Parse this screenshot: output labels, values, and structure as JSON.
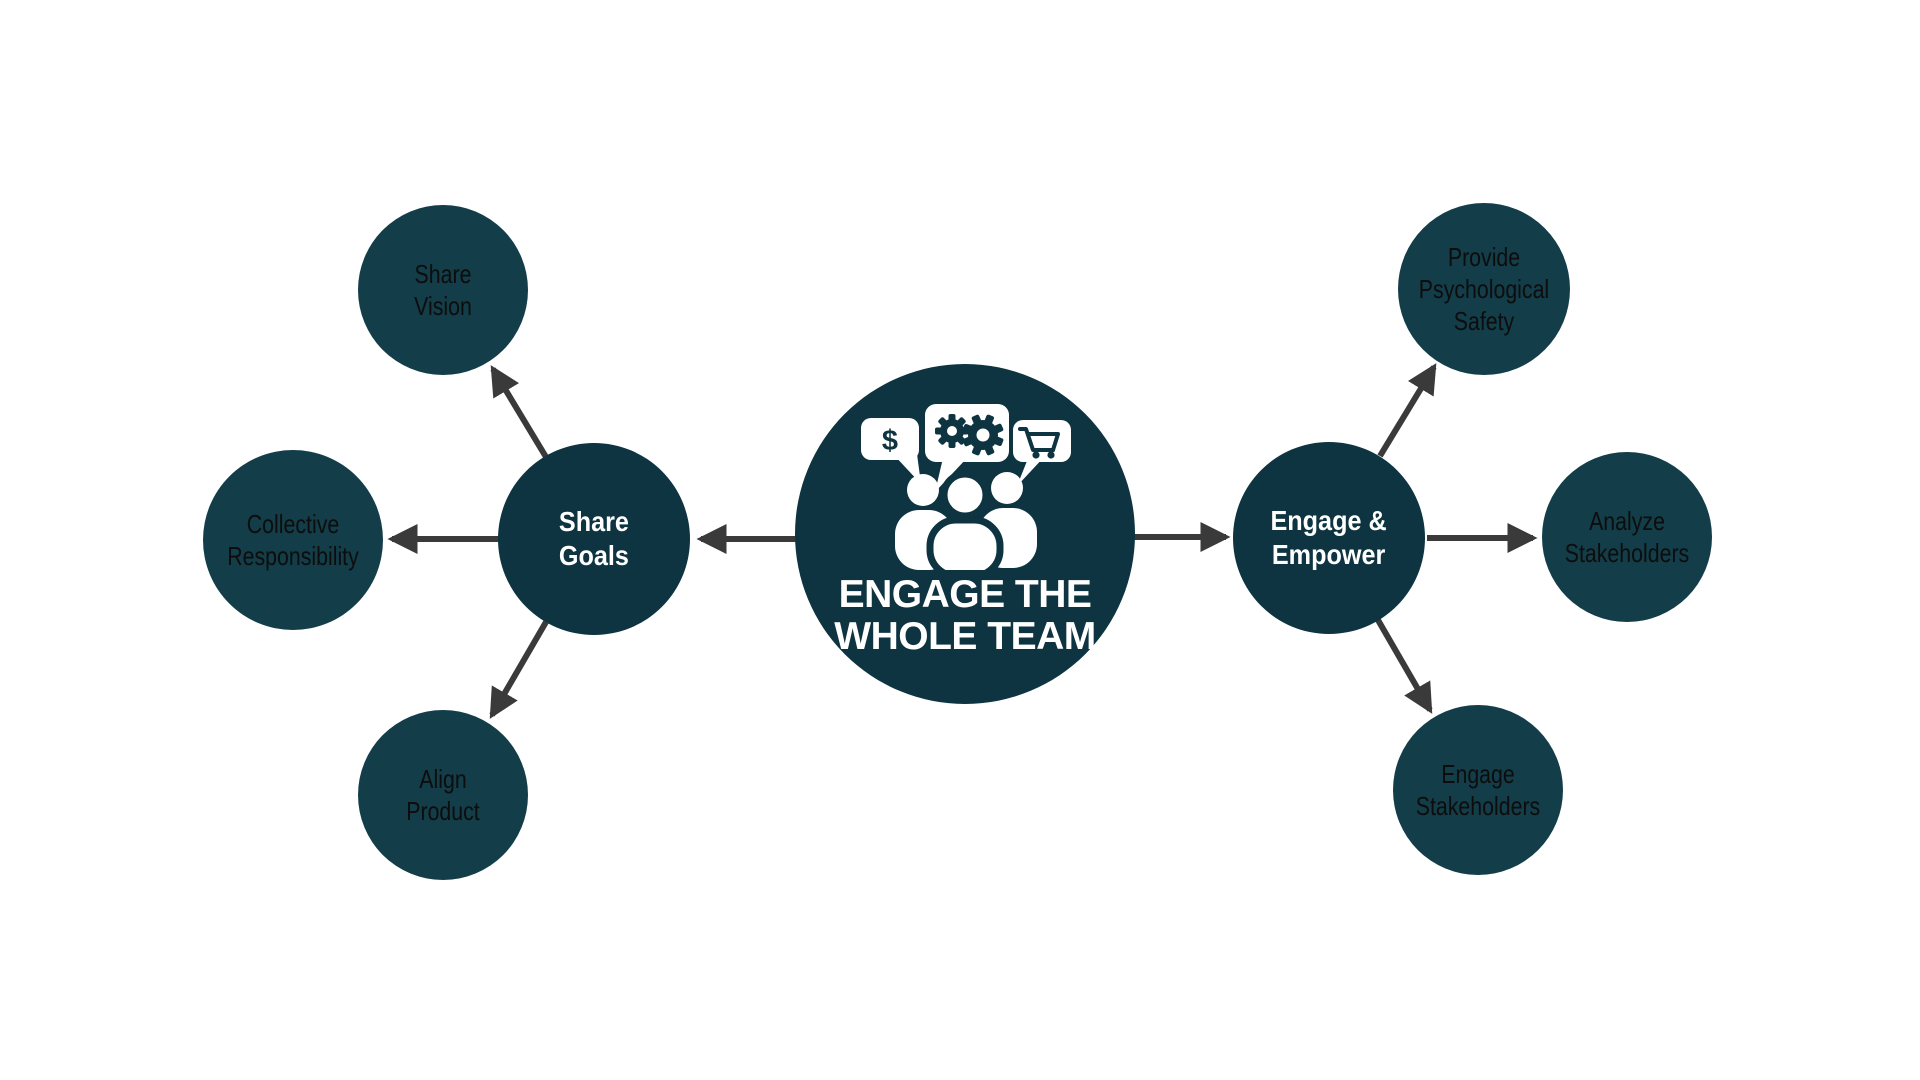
{
  "diagram": {
    "center": {
      "title": "ENGAGE THE\nWHOLE TEAM",
      "icon": "team-with-speech-bubbles-icon",
      "bubble_dollar": "$"
    },
    "hubs": [
      {
        "id": "share-goals",
        "label": "Share\nGoals"
      },
      {
        "id": "engage-empower",
        "label": "Engage &\nEmpower"
      }
    ],
    "satellites": [
      {
        "id": "share-vision",
        "label": "Share\nVision"
      },
      {
        "id": "collective-responsibility",
        "label": "Collective\nResponsibility"
      },
      {
        "id": "align-product",
        "label": "Align\nProduct"
      },
      {
        "id": "provide-psychological-safety",
        "label": "Provide\nPsychological\nSafety"
      },
      {
        "id": "analyze-stakeholders",
        "label": "Analyze\nStakeholders"
      },
      {
        "id": "engage-stakeholders",
        "label": "Engage\nStakeholders"
      }
    ],
    "colors": {
      "node_primary": "#0d3440",
      "node_secondary": "#123d49",
      "arrow": "#3a3a3a",
      "center_text": "#ffffff",
      "satellite_text": "#0d0d0d",
      "background": "#ffffff"
    }
  }
}
